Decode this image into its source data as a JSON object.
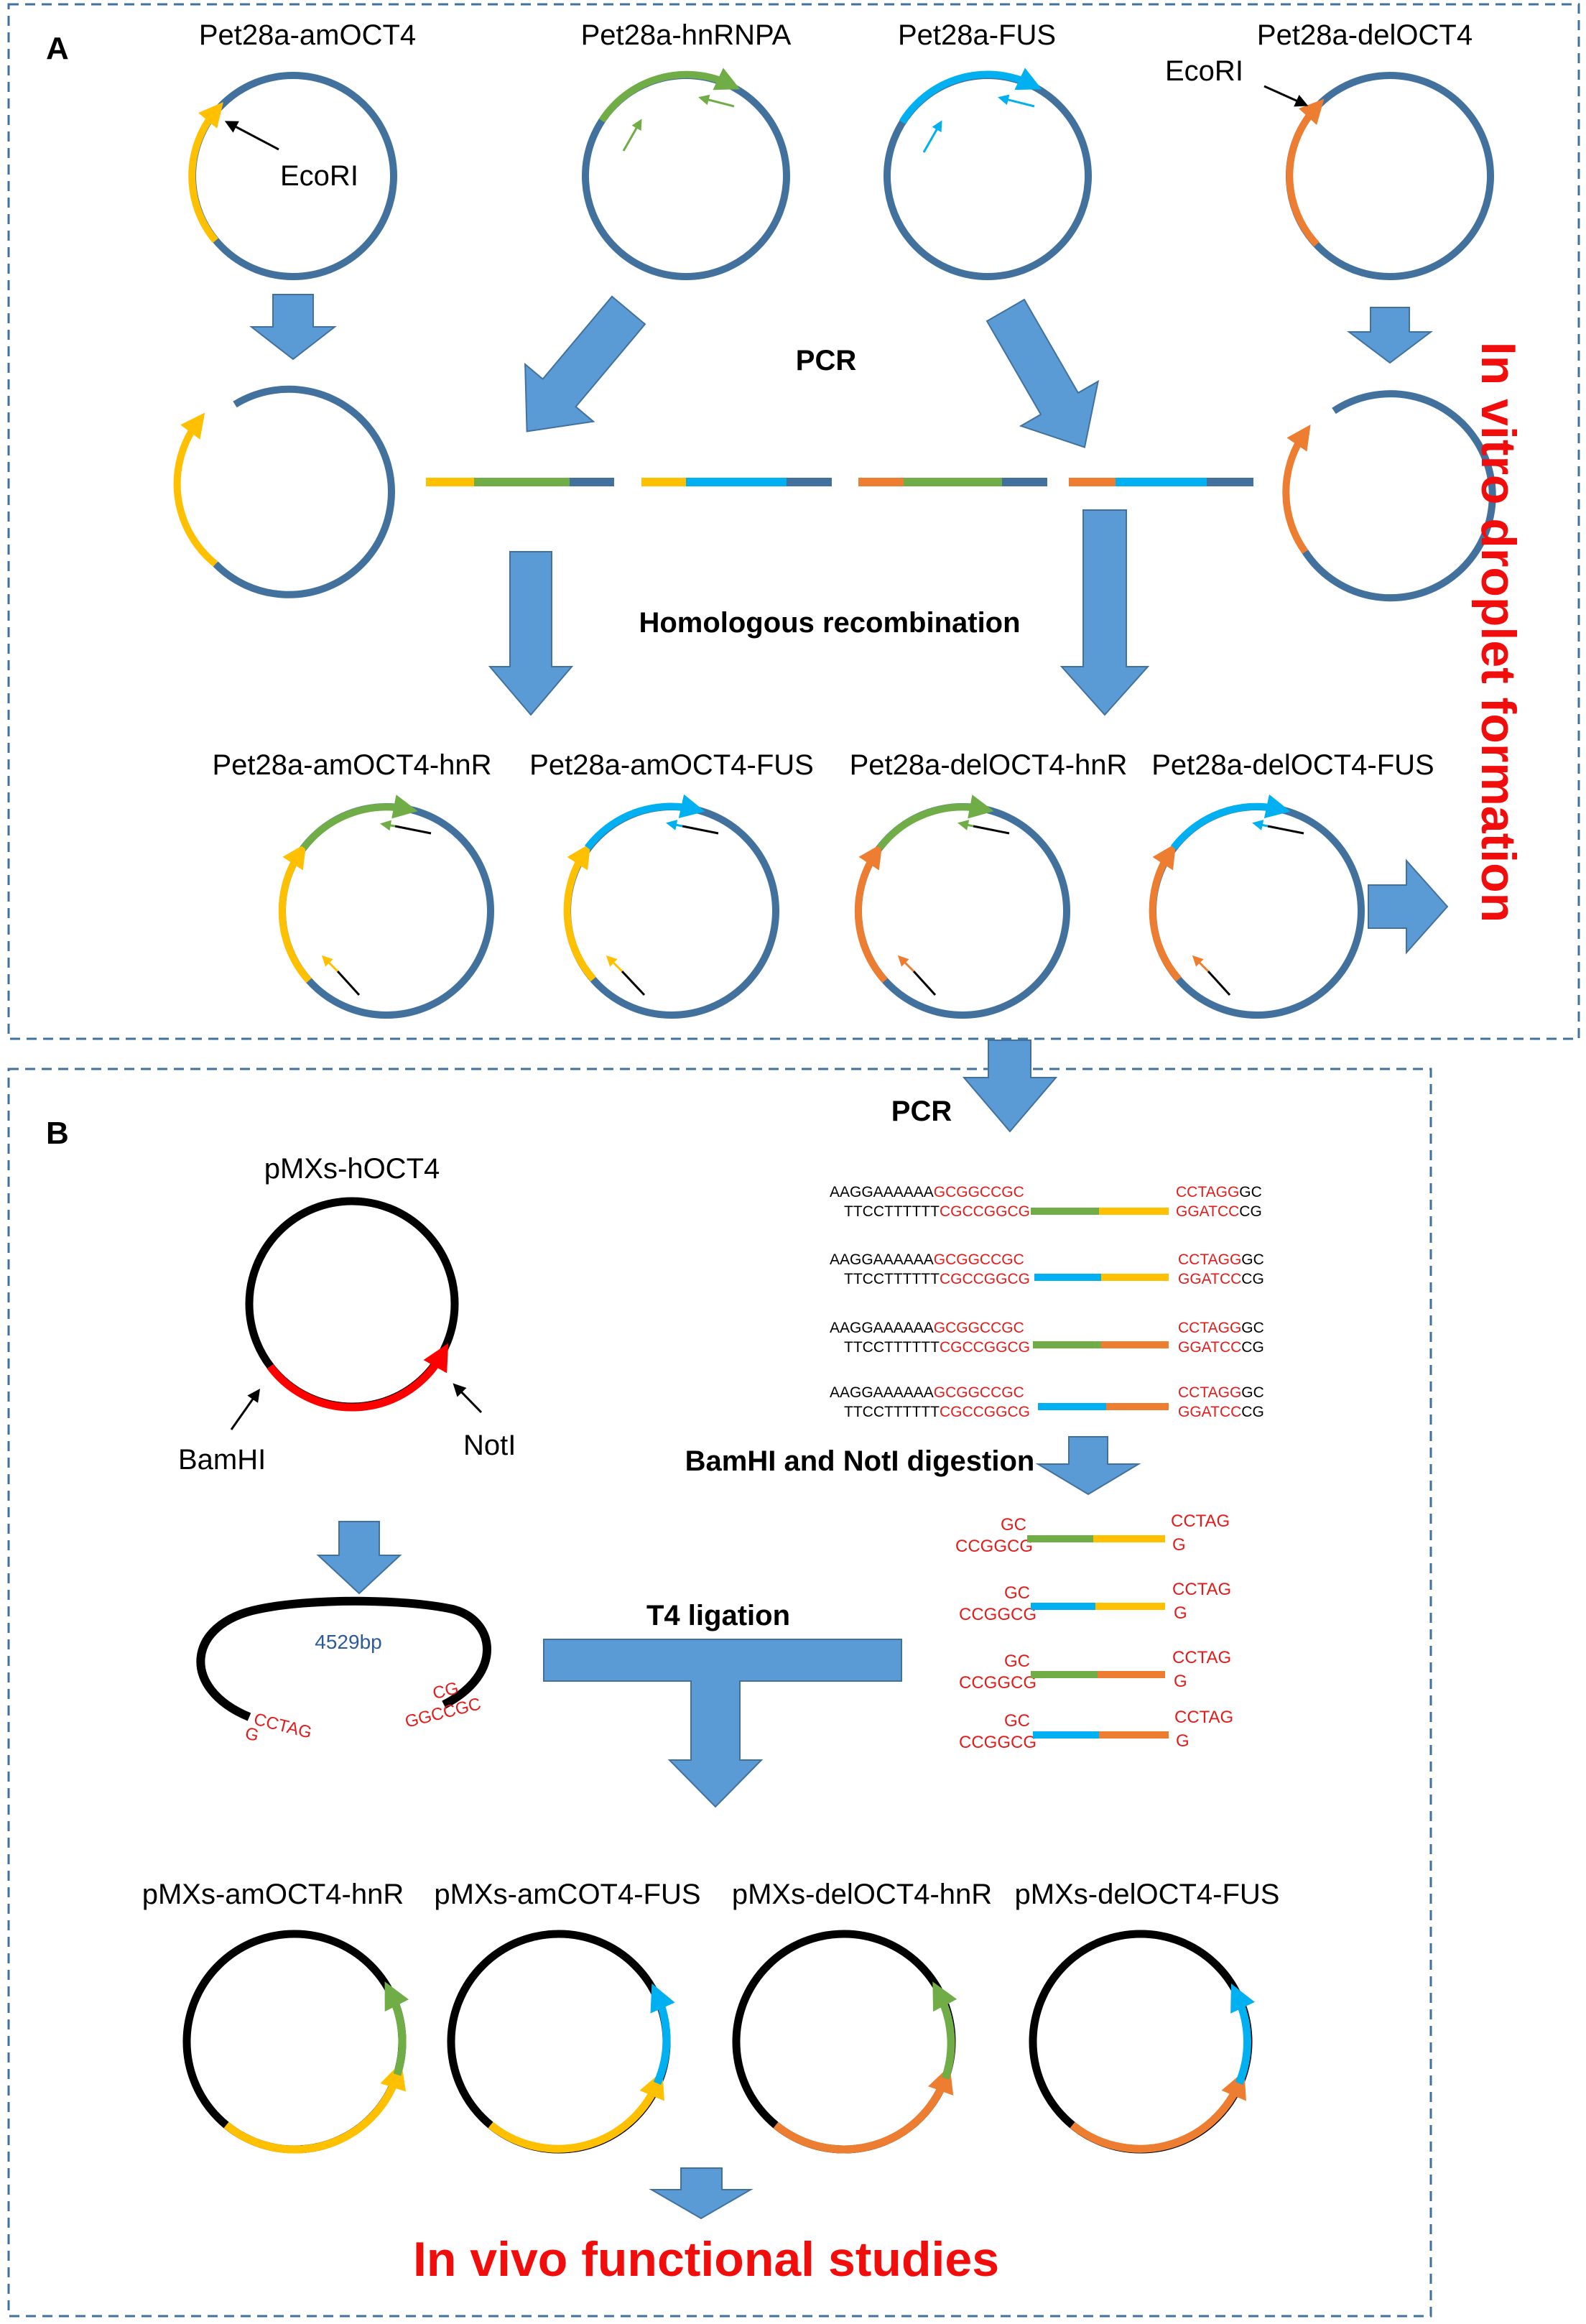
{
  "panels": {
    "a": "A",
    "b": "B"
  },
  "section_a": {
    "plasmids_top": [
      "Pet28a-amOCT4",
      "Pet28a-hnRNPA",
      "Pet28a-FUS",
      "Pet28a-delOCT4"
    ],
    "ecori_label": "EcoRI",
    "pcr_label": "PCR",
    "recombination_label": "Homologous recombination",
    "fusion_plasmids": [
      "Pet28a-amOCT4-hnR",
      "Pet28a-amOCT4-FUS",
      "Pet28a-delOCT4-hnR",
      "Pet28a-delOCT4-FUS"
    ],
    "side_label": "In vitro droplet formation"
  },
  "section_b": {
    "vector_label": "pMXs-hOCT4",
    "bamhi_label": "BamHI",
    "noti_label": "NotI",
    "pcr_label": "PCR",
    "primer": {
      "top_black": "AAGGAAAAAA",
      "top_red": "GCGGCCGC",
      "bottom_black": "TTCCTTTTTT",
      "bottom_red": "CGCCGGCG",
      "right_top_red": "CCTAGG",
      "right_top_black": "GC",
      "right_bottom_red": "GGATCC",
      "right_bottom_black": "CG"
    },
    "digestion_label": "BamHI and NotI digestion",
    "sticky": {
      "gc": "GC",
      "ccggcg": "CCGGCG",
      "cctag": "CCTAG",
      "g": "G",
      "cg": "CG",
      "ggccgc": "GGCCGC"
    },
    "vector_size": "4529bp",
    "ligation_label": "T4 ligation",
    "final_plasmids": [
      "pMXs-amOCT4-hnR",
      "pMXs-amCOT4-FUS",
      "pMXs-delOCT4-hnR",
      "pMXs-delOCT4-FUS"
    ],
    "bottom_label": "In vivo functional studies"
  },
  "colors": {
    "backbone": "#41719c",
    "amOCT4": "#ffc000",
    "delOCT4": "#ed7d31",
    "hnRNPA": "#70ad47",
    "FUS": "#00b0f0",
    "arrow_fill": "#5b9bd5",
    "dashed_box": "#41719c",
    "red": "#f20d0d"
  }
}
